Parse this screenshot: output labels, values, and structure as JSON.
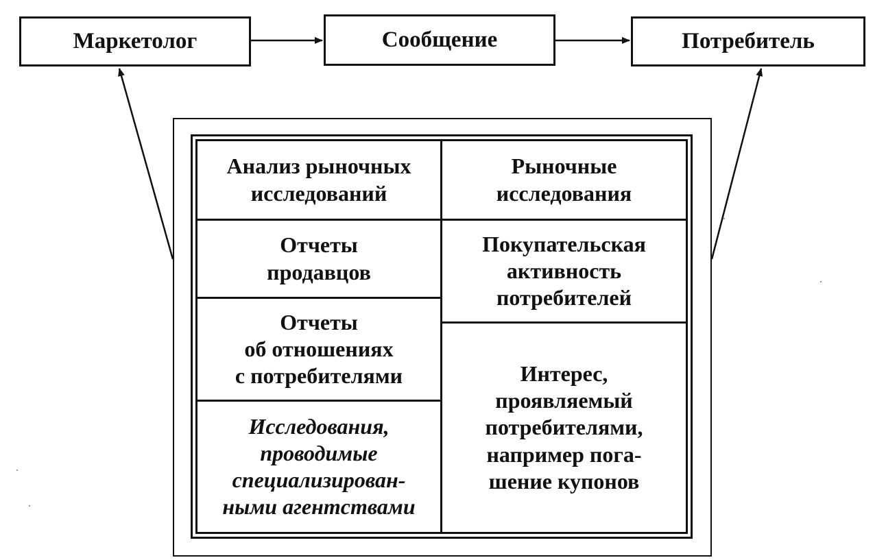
{
  "nodes": {
    "marketer": "Маркетолог",
    "message": "Сообщение",
    "consumer": "Потребитель"
  },
  "grid": {
    "left_column": [
      "Анализ рыночных\nисследований",
      "Отчеты\nпродавцов",
      "Отчеты\nоб отношениях\nс потребителями",
      "Исследования,\nпроводимые\nспециализирован-\nными агентствами"
    ],
    "right_column": [
      "Рыночные\nисследования",
      "Покупательская\nактивность\nпотребителей",
      "Интерес,\nпроявляемый\nпотребителями,\nнапример пога-\nшение купонов"
    ]
  },
  "colors": {
    "ink": "#111111",
    "paper": "#ffffff"
  }
}
